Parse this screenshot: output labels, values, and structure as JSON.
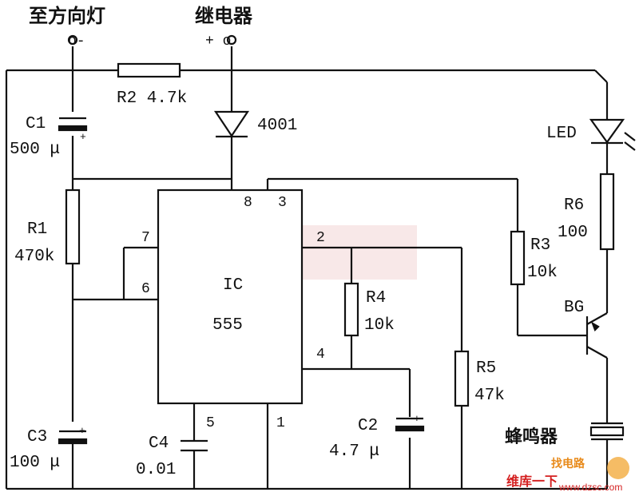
{
  "terminals": {
    "turn_signal": "至方向灯",
    "turn_signal_polarity": "o-",
    "relay": "继电器",
    "relay_polarity": "+ o"
  },
  "components": {
    "r2": "R2 4.7k",
    "diode": "4001",
    "c1_name": "C1",
    "c1_value": "500 μ",
    "r1_name": "R1",
    "r1_value": "470k",
    "c3_name": "C3",
    "c3_value": "100 μ",
    "c4_name": "C4",
    "c4_value": "0.01",
    "ic_name": "IC",
    "ic_model": "555",
    "r4_name": "R4",
    "r4_value": "10k",
    "r5_name": "R5",
    "r5_value": "47k",
    "c2_name": "C2",
    "c2_value": "4.7 μ",
    "r3_name": "R3",
    "r3_value": "10k",
    "led": "LED",
    "r6_name": "R6",
    "r6_value": "100",
    "transistor": "BG",
    "buzzer": "蜂鸣器"
  },
  "pins": {
    "p8": "8",
    "p3": "3",
    "p2": "2",
    "p7": "7",
    "p6": "6",
    "p4": "4",
    "p5": "5",
    "p1": "1"
  },
  "watermark": {
    "line1": "找电路",
    "line2": "维库一下",
    "url": "www.dzsc.com"
  },
  "colors": {
    "ink": "#111111",
    "watermark_red": "#d42020",
    "watermark_orange": "#e88a1a",
    "highlight": "#f4dada"
  }
}
